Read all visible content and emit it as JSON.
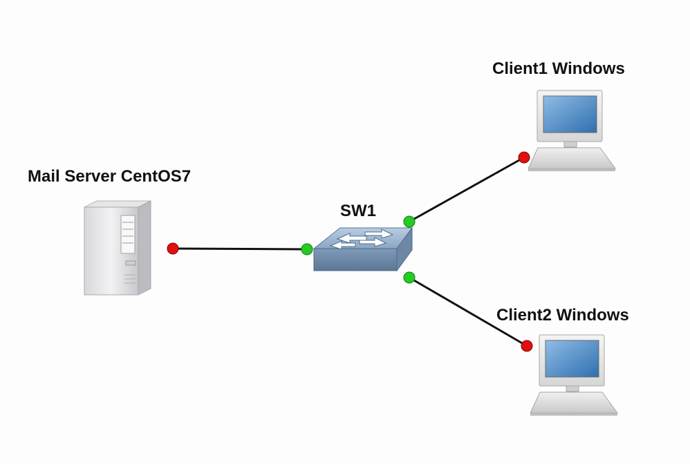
{
  "nodes": {
    "mail_server": {
      "label": "Mail Server CentOS7"
    },
    "switch": {
      "label": "SW1"
    },
    "client1": {
      "label": "Client1 Windows"
    },
    "client2": {
      "label": "Client2 Windows"
    }
  },
  "links": [
    {
      "from": "mail_server",
      "to": "switch",
      "from_status": "down",
      "to_status": "up"
    },
    {
      "from": "switch",
      "to": "client1",
      "from_status": "up",
      "to_status": "down"
    },
    {
      "from": "switch",
      "to": "client2",
      "from_status": "up",
      "to_status": "down"
    }
  ],
  "colors": {
    "port_up": "#22cc22",
    "port_down": "#e01010",
    "link": "#111111",
    "switch_body": "#7f9ab8",
    "screen": "#4a86c5"
  }
}
